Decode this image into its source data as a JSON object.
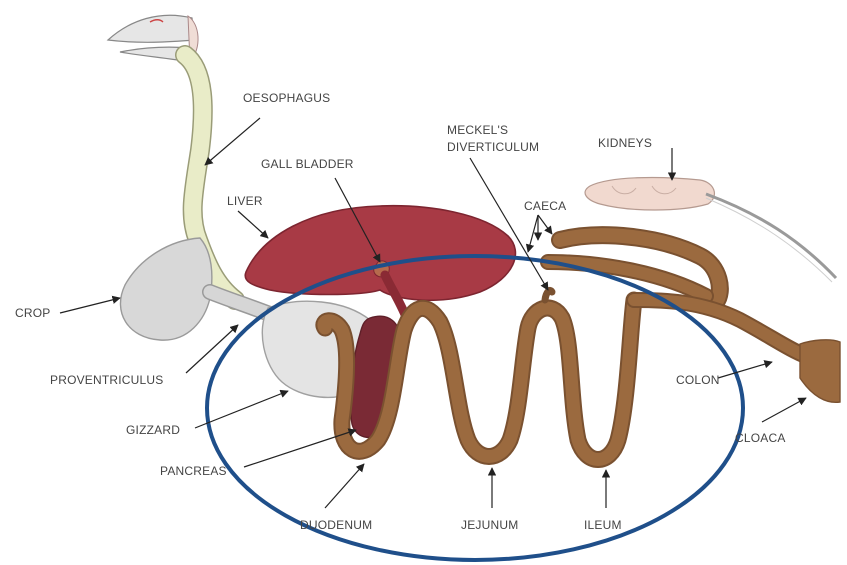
{
  "labels": {
    "oesophagus": "OESOPHAGUS",
    "gall_bladder": "GALL BLADDER",
    "liver": "LIVER",
    "meckels_line1": "MECKEL'S",
    "meckels_line2": "DIVERTICULUM",
    "kidneys": "KIDNEYS",
    "caeca": "CAECA",
    "crop": "CROP",
    "proventriculus": "PROVENTRICULUS",
    "gizzard": "GIZZARD",
    "pancreas": "PANCREAS",
    "duodenum": "DUODENUM",
    "jejunum": "JEJUNUM",
    "ileum": "ILEUM",
    "colon": "COLON",
    "cloaca": "CLOACA"
  },
  "colors": {
    "intestine": "#9b6a3f",
    "intestine_dark": "#7a5130",
    "liver": "#a83a45",
    "liver_dark": "#7d2530",
    "pancreas": "#7a2a35",
    "oesophagus": "#e9ecc8",
    "crop": "#d8d8d8",
    "gizzard": "#e4e4e4",
    "kidneys": "#f1d9cf",
    "highlight_ellipse": "#1f4f8a"
  }
}
